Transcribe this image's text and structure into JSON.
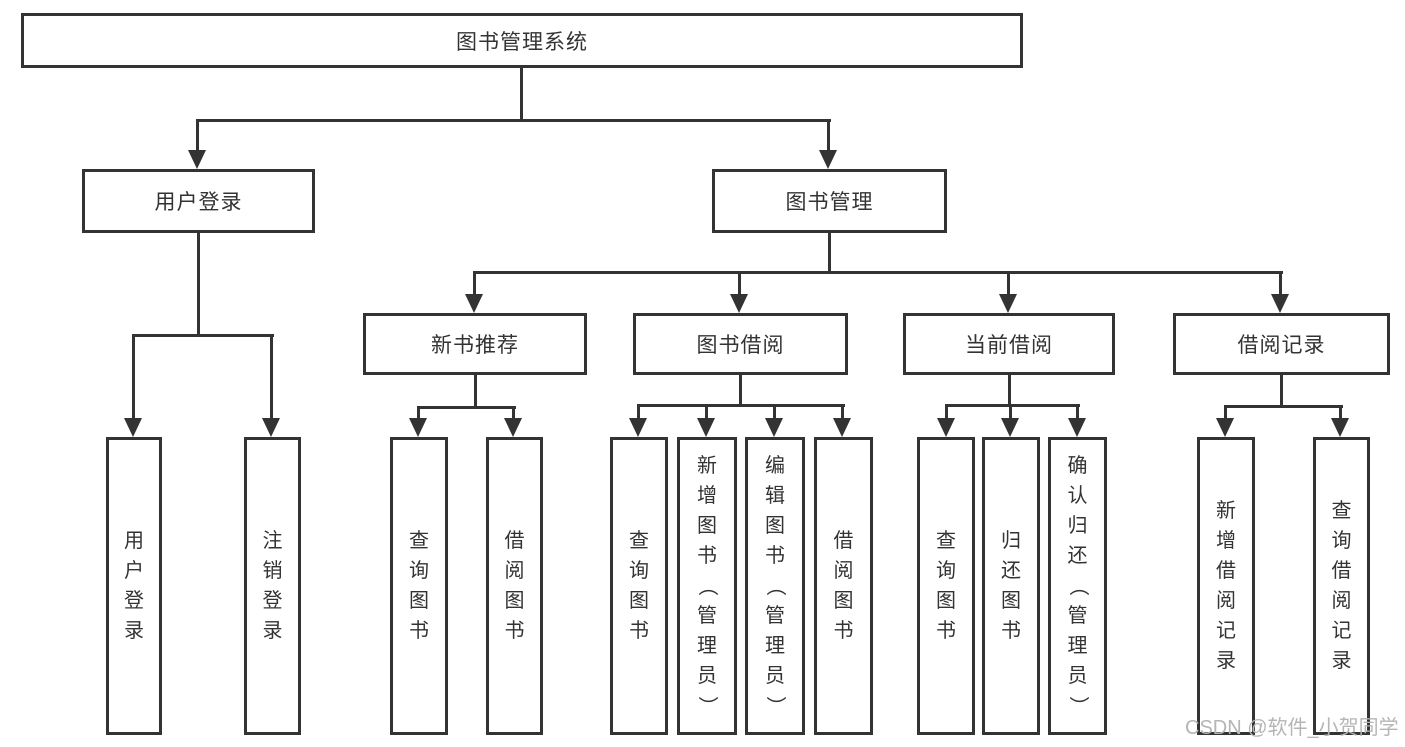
{
  "root": {
    "label": "图书管理系统"
  },
  "branches": [
    {
      "label": "用户登录",
      "children": [
        {
          "label": "用户登录"
        },
        {
          "label": "注销登录"
        }
      ]
    },
    {
      "label": "图书管理",
      "groups": [
        {
          "label": "新书推荐",
          "children": [
            {
              "label": "查询图书"
            },
            {
              "label": "借阅图书"
            }
          ]
        },
        {
          "label": "图书借阅",
          "children": [
            {
              "label": "查询图书"
            },
            {
              "label": "新增图书（管理员）"
            },
            {
              "label": "编辑图书（管理员）"
            },
            {
              "label": "借阅图书"
            }
          ]
        },
        {
          "label": "当前借阅",
          "children": [
            {
              "label": "查询图书"
            },
            {
              "label": "归还图书"
            },
            {
              "label": "确认归还（管理员）"
            }
          ]
        },
        {
          "label": "借阅记录",
          "children": [
            {
              "label": "新增借阅记录"
            },
            {
              "label": "查询借阅记录"
            }
          ]
        }
      ]
    }
  ],
  "watermark": {
    "text": "CSDN @软件_小贺同学"
  },
  "colors": {
    "line": "#333333",
    "text": "#333333",
    "background": "#ffffff",
    "watermark": "#b5b5b5"
  }
}
